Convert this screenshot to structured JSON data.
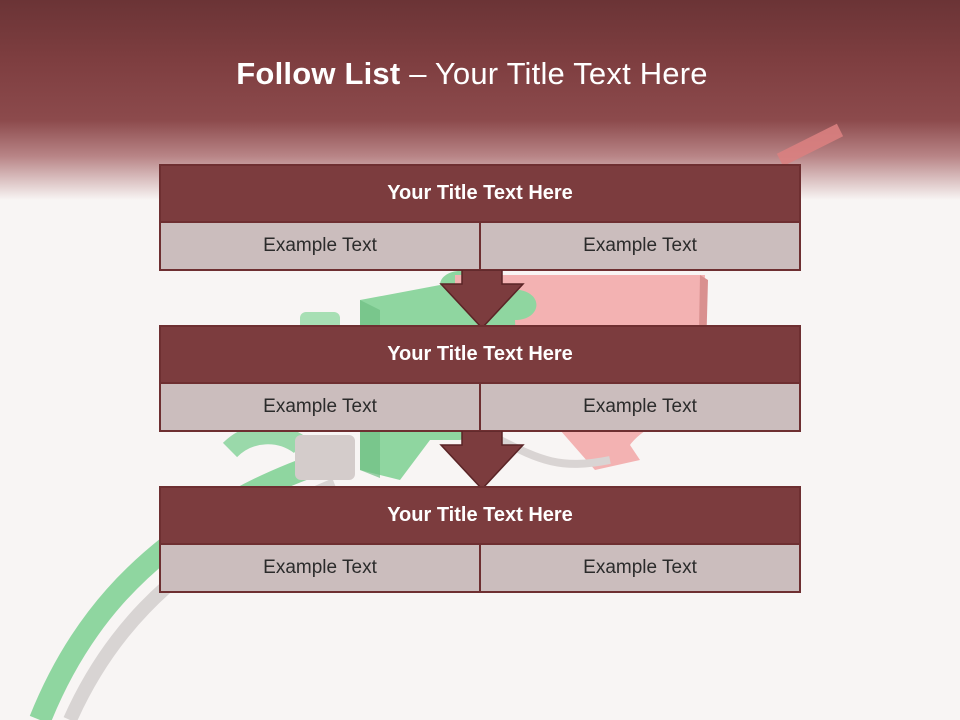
{
  "slide": {
    "title_bold": "Follow List",
    "title_rest": " – Your Title Text Here"
  },
  "flow": [
    {
      "title": "Your Title Text Here",
      "left": "Example Text",
      "right": "Example Text"
    },
    {
      "title": "Your Title Text Here",
      "left": "Example Text",
      "right": "Example Text"
    },
    {
      "title": "Your Title Text Here",
      "left": "Example Text",
      "right": "Example Text"
    }
  ],
  "colors": {
    "header": "#7e3e40",
    "box_title": "#7c3c3e",
    "box_cell": "#cbbdbd",
    "arrow": "#7c3c3e"
  },
  "icons": [
    "puzzle-pieces-illustration",
    "down-arrow-icon"
  ]
}
